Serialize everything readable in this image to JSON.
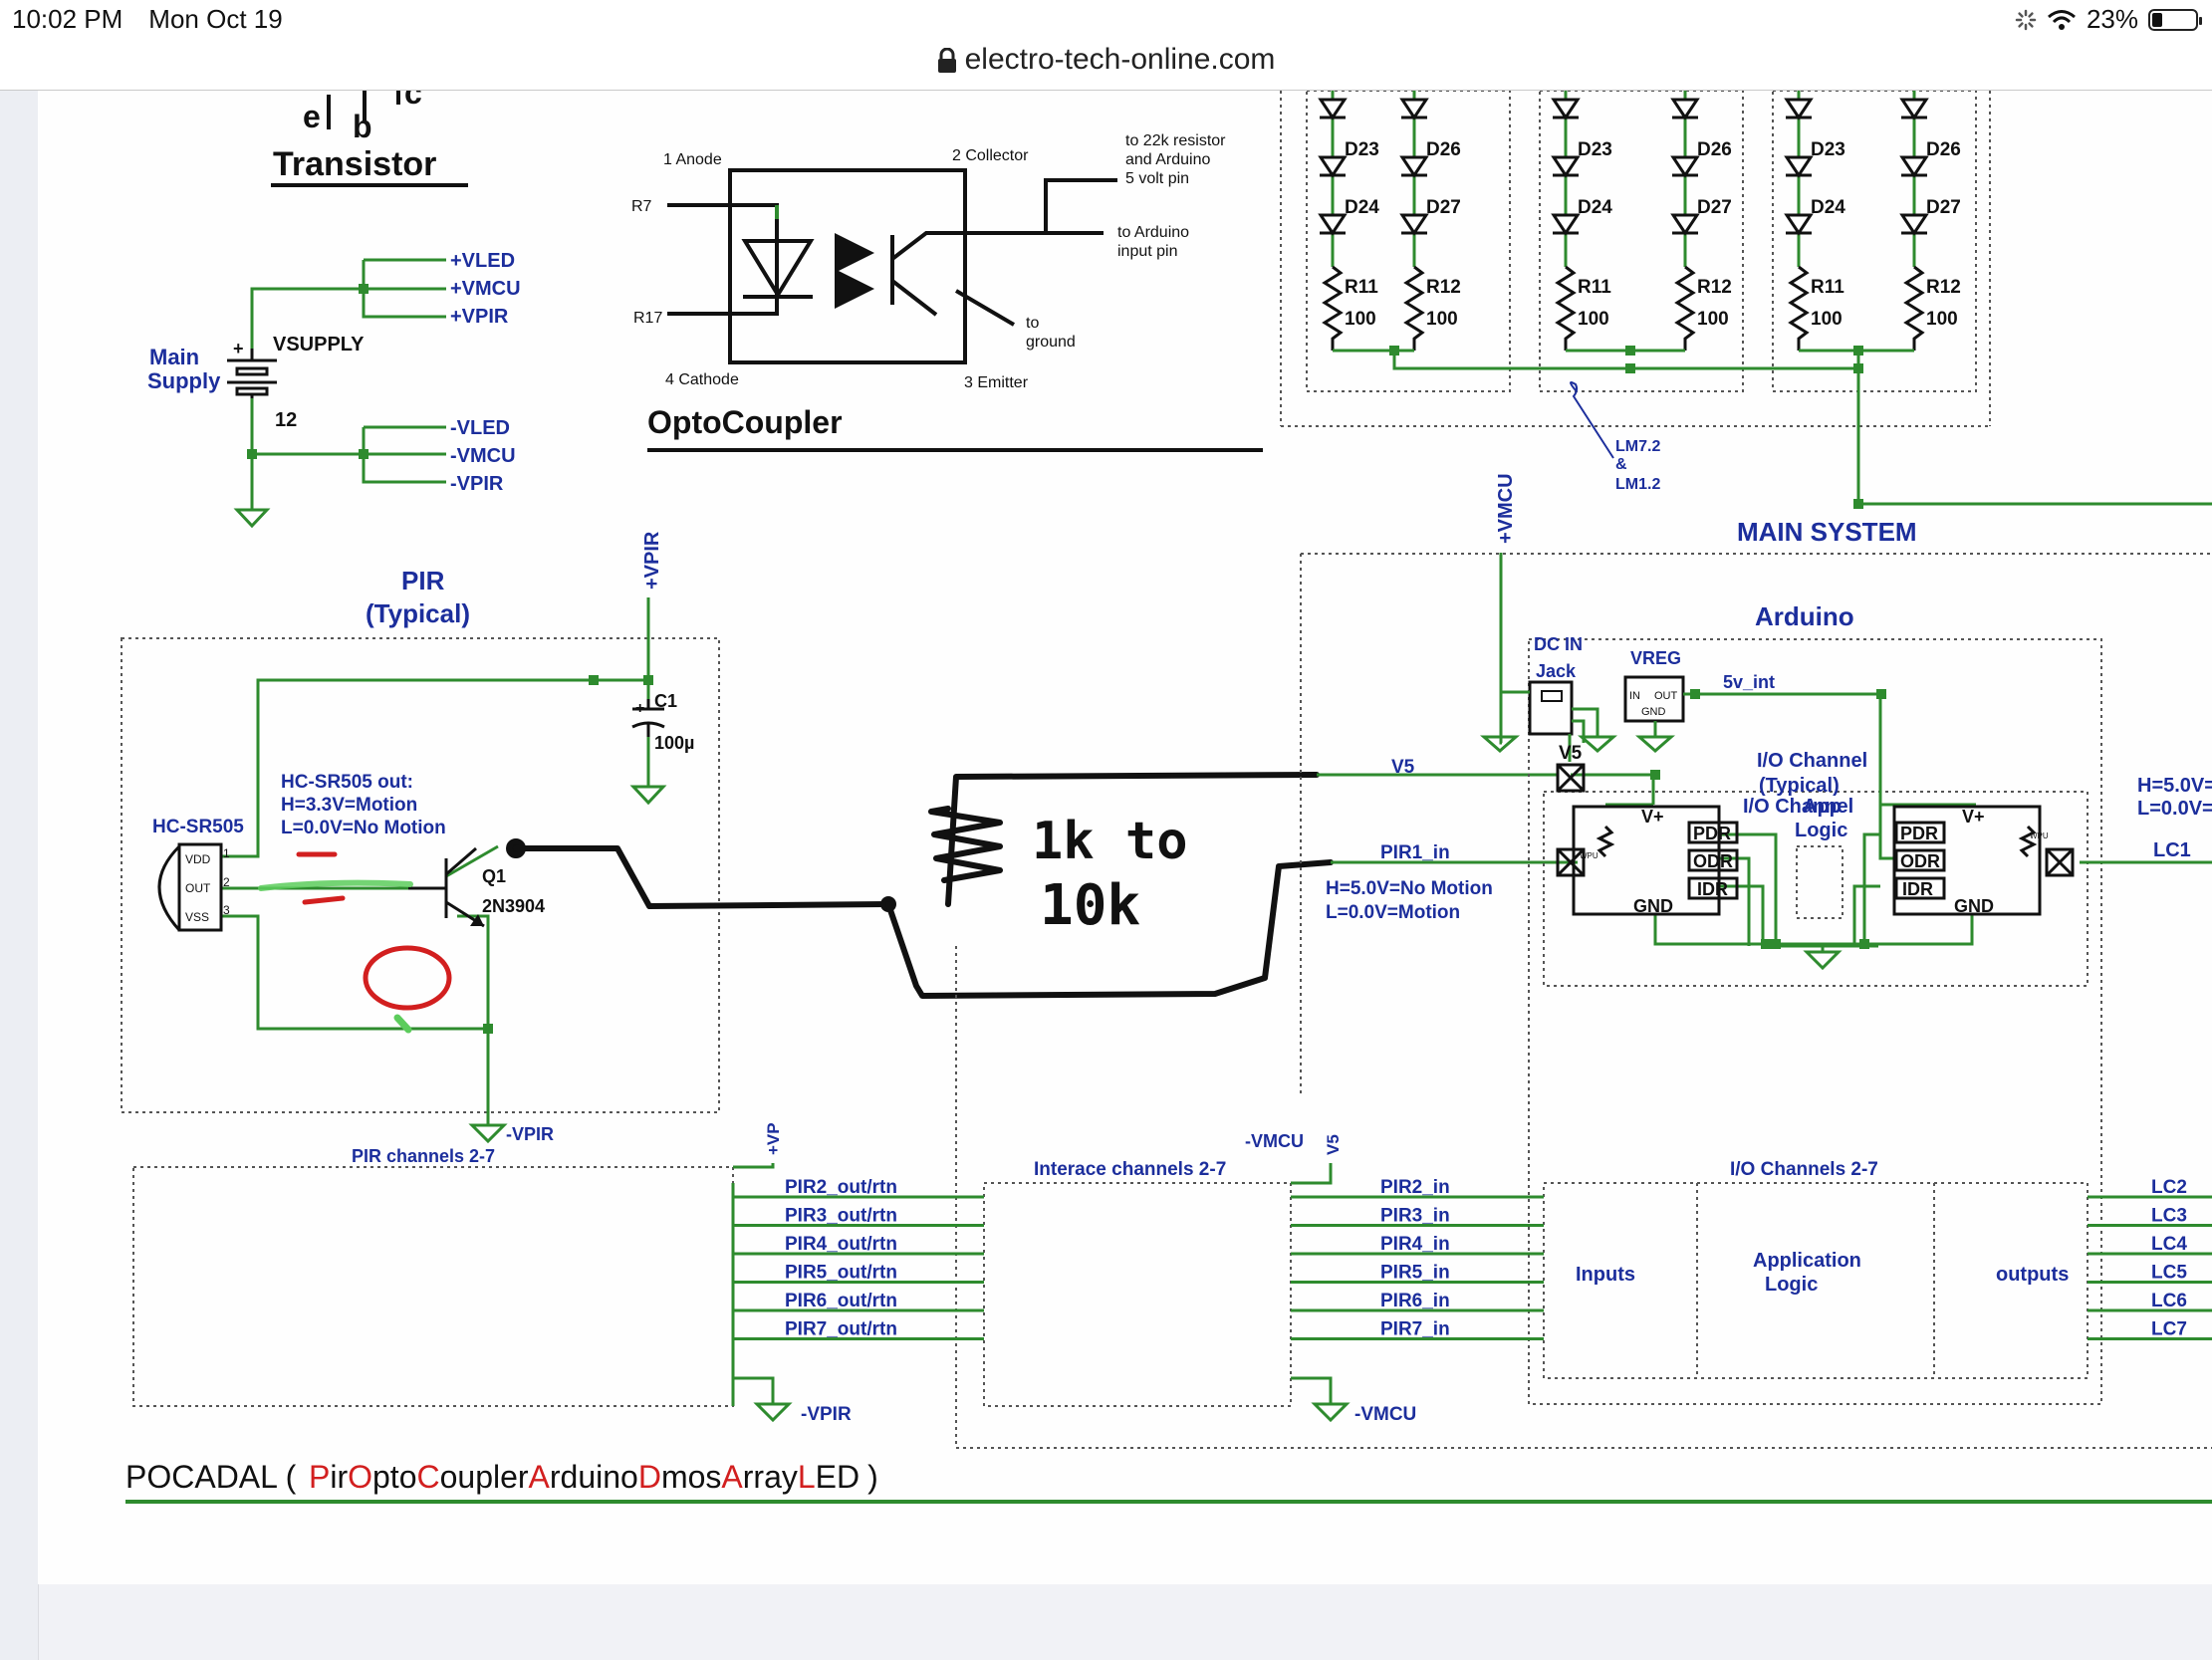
{
  "status": {
    "time": "10:02 PM",
    "date": "Mon Oct 19",
    "battery": "23%",
    "battery_level": 0.23
  },
  "browser": {
    "url": "electro-tech-online.com"
  },
  "transistor": {
    "title": "Transistor",
    "e": "e",
    "b": "b",
    "c": "c"
  },
  "supply": {
    "label_line1": "Main",
    "label_line2": "Supply",
    "name": "VSUPPLY",
    "value": "12",
    "pos_rails": [
      "+VLED",
      "+VMCU",
      "+VPIR"
    ],
    "neg_rails": [
      "-VLED",
      "-VMCU",
      "-VPIR"
    ],
    "plus": "+"
  },
  "opto": {
    "title": "OptoCoupler",
    "anode": "1 Anode",
    "collector": "2 Collector",
    "cathode": "4 Cathode",
    "emitter": "3 Emitter",
    "r7": "R7",
    "r17": "R17",
    "note1": [
      "to 22k resistor",
      "and Arduino",
      "5 volt pin"
    ],
    "note2": [
      "to Arduino",
      "input pin"
    ],
    "note3": [
      "to",
      "ground"
    ]
  },
  "led_array": {
    "d23": "D23",
    "d24": "D24",
    "d26": "D26",
    "d27": "D27",
    "r11": "R11",
    "r12": "R12",
    "val": "100",
    "lm_note": [
      "LM7.2",
      "&",
      "LM1.2"
    ],
    "main_system": "MAIN SYSTEM"
  },
  "pir": {
    "title1": "PIR",
    "title2": "(Typical)",
    "vpir_top": "+VPIR",
    "c1": "C1",
    "c1_val": "100µ",
    "c1_plus": "+",
    "sensor": "HC-SR505",
    "pins": [
      "VDD",
      "OUT",
      "VSS"
    ],
    "pin_nums": [
      "1",
      "2",
      "3"
    ],
    "out_note": [
      "HC-SR505 out:",
      "H=3.3V=Motion",
      "L=0.0V=No Motion"
    ],
    "q1": "Q1",
    "q1_part": "2N3904",
    "vpir_bot": "-VPIR",
    "channels": "PIR channels 2-7"
  },
  "handwritten": {
    "line1": "1k to",
    "line2": "10k"
  },
  "signals": {
    "v5": "V5",
    "pir1_in": "PIR1_in",
    "logic_note": [
      "H=5.0V=No Motion",
      "L=0.0V=Motion"
    ],
    "vmcu_top": "+VMCU"
  },
  "arduino": {
    "title": "Arduino",
    "dc_in": [
      "DC IN",
      "Jack"
    ],
    "vreg": "VREG",
    "vreg_pins": [
      "IN",
      "OUT",
      "GND"
    ],
    "v5int": "5v_int",
    "v5": "V5",
    "io_channel": [
      "I/O Channel",
      "(Typical)"
    ],
    "app_logic": [
      "App",
      "Logic"
    ],
    "regs": [
      "PDR",
      "ODR",
      "IDR"
    ],
    "vplus": "V+",
    "gnd": "GND",
    "wpu": "WPU",
    "hl_note": [
      "H=5.0V=",
      "L=0.0V="
    ],
    "lc1": "LC1"
  },
  "lower": {
    "interface": "Interace channels 2-7",
    "vp": "+VP",
    "vmcu_neg": "-VMCU",
    "v5": "V5",
    "io_channels": "I/O Channels 2-7",
    "pir_out": [
      "PIR2_out/rtn",
      "PIR3_out/rtn",
      "PIR4_out/rtn",
      "PIR5_out/rtn",
      "PIR6_out/rtn",
      "PIR7_out/rtn"
    ],
    "pir_in": [
      "PIR2_in",
      "PIR3_in",
      "PIR4_in",
      "PIR5_in",
      "PIR6_in",
      "PIR7_in"
    ],
    "inputs": "Inputs",
    "app_logic": [
      "Application",
      "Logic"
    ],
    "outputs": "outputs",
    "lc": [
      "LC2",
      "LC3",
      "LC4",
      "LC5",
      "LC6",
      "LC7"
    ],
    "vpir_neg": "-VPIR",
    "vmcu_bot": "-VMCU"
  },
  "footer": {
    "prefix": "POCADAL (",
    "parts": [
      {
        "t": "P",
        "red": true
      },
      {
        "t": "ir",
        "red": false
      },
      {
        "t": "O",
        "red": true
      },
      {
        "t": "pto",
        "red": false
      },
      {
        "t": "C",
        "red": true
      },
      {
        "t": "oupler",
        "red": false
      },
      {
        "t": "A",
        "red": true
      },
      {
        "t": "rduino",
        "red": false
      },
      {
        "t": "D",
        "red": true
      },
      {
        "t": "mos",
        "red": false
      },
      {
        "t": "A",
        "red": true
      },
      {
        "t": "rray",
        "red": false
      },
      {
        "t": "L",
        "red": true
      },
      {
        "t": "ED",
        "red": false
      }
    ],
    "suffix": ")"
  },
  "colors": {
    "wire": "#2e8b2e",
    "label": "#1c2e9c",
    "ink": "#111111",
    "red": "#d21f1f",
    "dots": "#333399"
  }
}
